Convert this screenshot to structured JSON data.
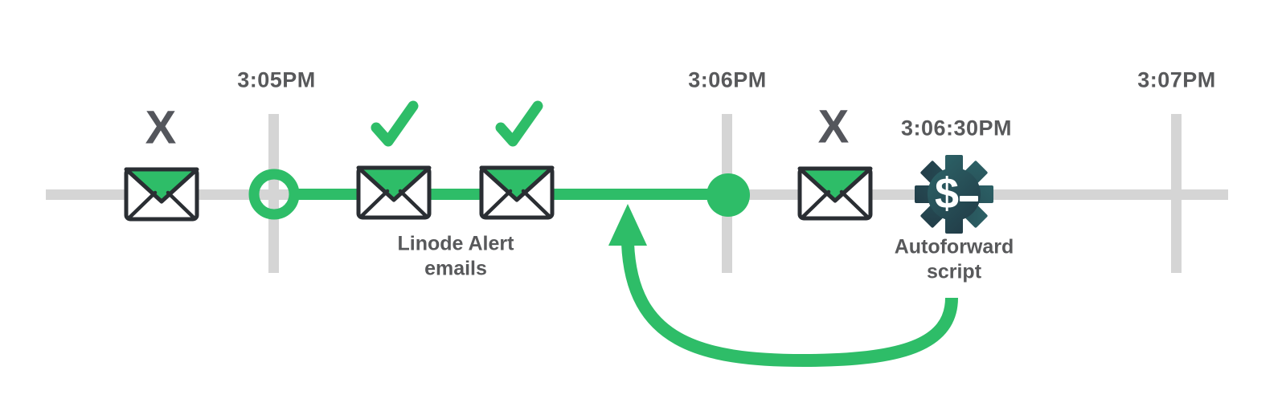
{
  "colors": {
    "background": "#FFFFFF",
    "accent_green": "#2EBD68",
    "timeline_gray": "#D5D5D5",
    "label_gray": "#58595B",
    "mark_gray": "#54565C",
    "envelope_outline": "#2A2E33",
    "gear_grad_start": "#2F6B6E",
    "gear_grad_end": "#1F3340"
  },
  "timeline": {
    "ticks": [
      {
        "label": "3:05PM"
      },
      {
        "label": "3:06PM"
      },
      {
        "label": "3:07PM"
      }
    ],
    "markers": {
      "start_marker": "open-circle",
      "end_marker": "filled-circle"
    }
  },
  "events": {
    "blocked_before": {
      "icon": "envelope-icon",
      "mark": "X"
    },
    "alert_email_1": {
      "icon": "envelope-icon",
      "mark": "checkmark"
    },
    "alert_email_2": {
      "icon": "envelope-icon",
      "mark": "checkmark"
    },
    "alert_emails_caption": "Linode Alert emails",
    "blocked_after": {
      "icon": "envelope-icon",
      "mark": "X"
    },
    "script": {
      "time": "3:06:30PM",
      "caption": "Autoforward script",
      "icon": "gear-terminal-icon",
      "glyph": "$"
    },
    "loop_arrow": "curved-arrow-icon"
  }
}
